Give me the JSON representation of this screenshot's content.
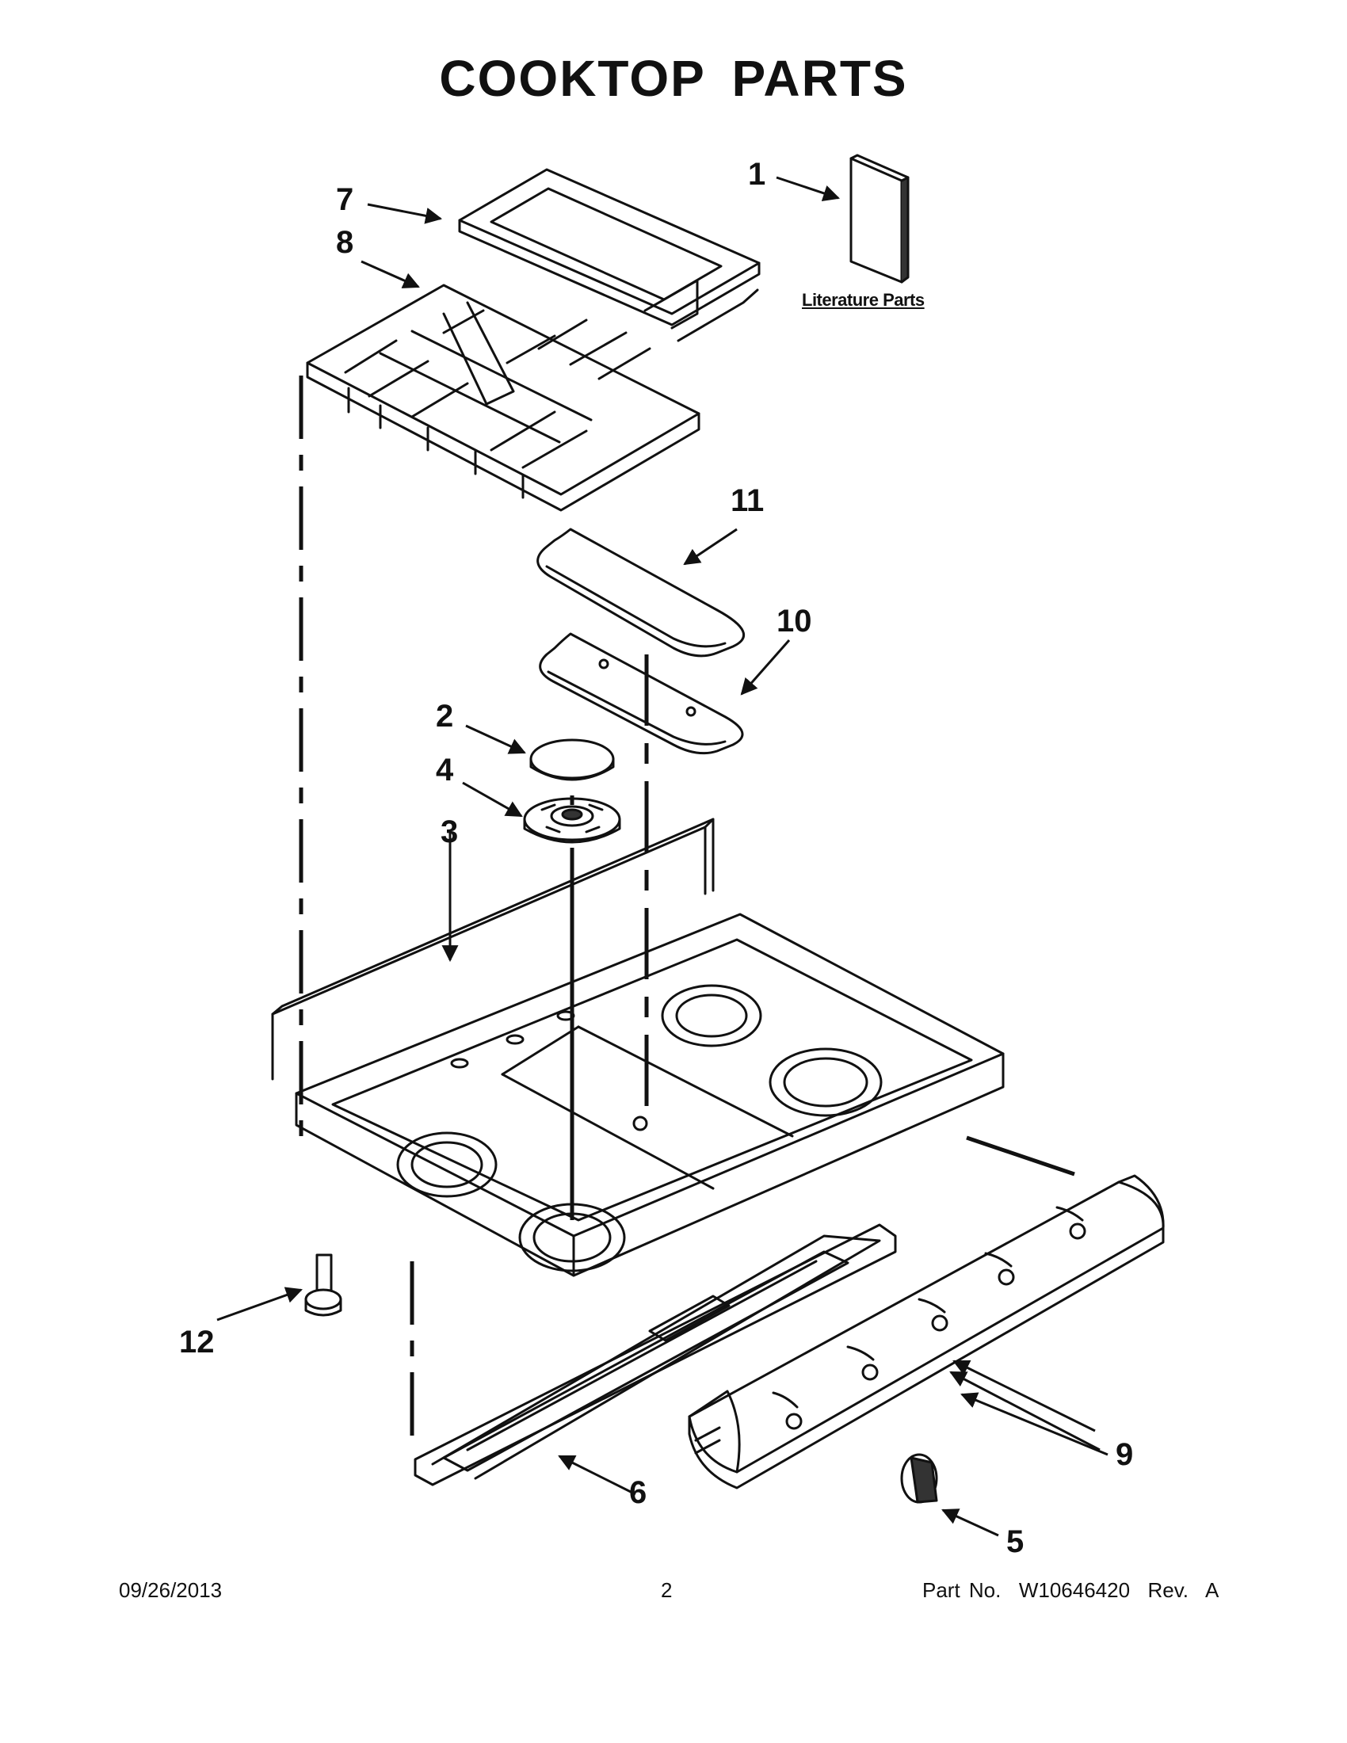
{
  "title": "COOKTOP PARTS",
  "literature_label": "Literature Parts",
  "callouts": [
    "1",
    "2",
    "3",
    "4",
    "5",
    "6",
    "7",
    "8",
    "9",
    "10",
    "11",
    "12"
  ],
  "footer": {
    "date": "09/26/2013",
    "page": "2",
    "part_no": "Part No.  W10646420  Rev.  A"
  }
}
